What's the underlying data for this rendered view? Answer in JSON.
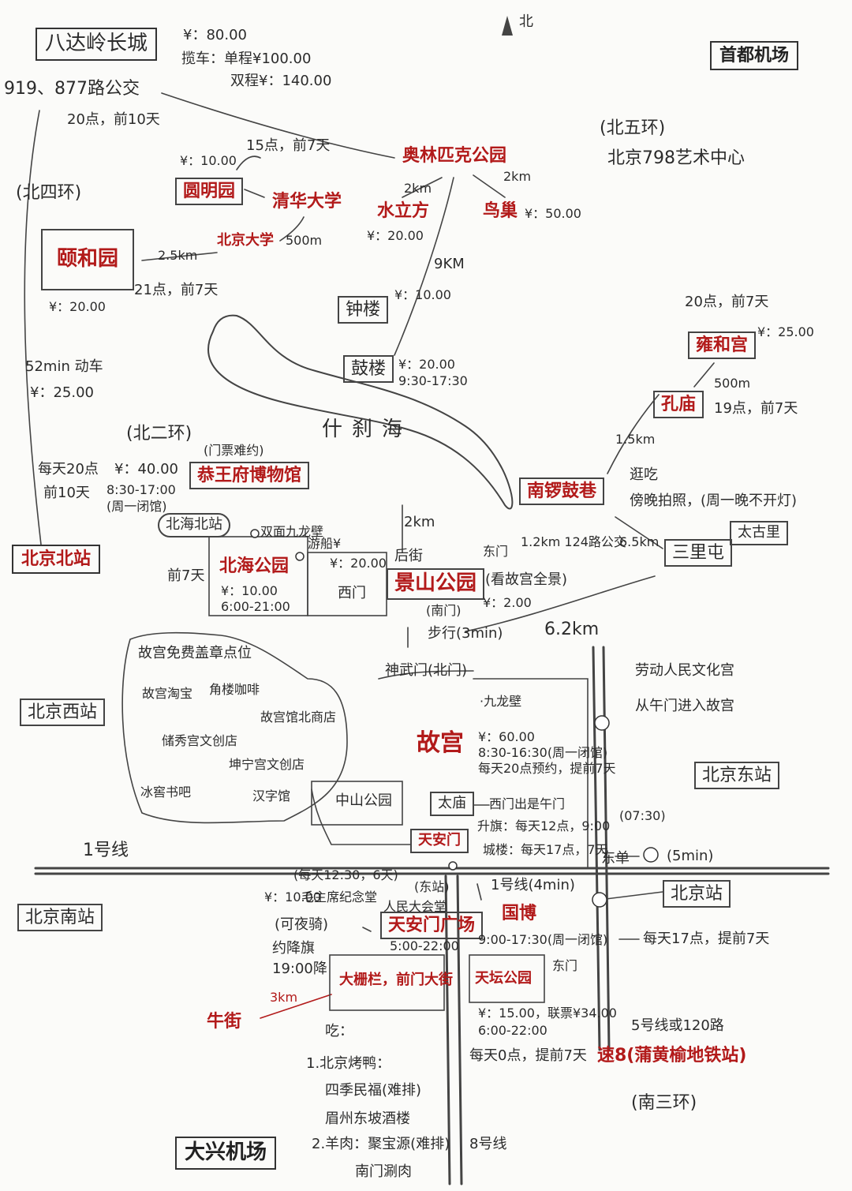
{
  "compass": "北",
  "places": {
    "badaling": "八达岭长城",
    "capital_airport": "首都机场",
    "olympic_park": "奥林匹克公园",
    "shuilifang": "水立方",
    "niaochao": "鸟巢",
    "yuanmingyuan": "圆明园",
    "tsinghua": "清华大学",
    "pku": "北京大学",
    "summer_palace": "颐和园",
    "zhonglou": "钟楼",
    "gulou": "鼓楼",
    "lama_temple": "雍和宫",
    "kongmiao": "孔庙",
    "shichahai": "什刹海",
    "prince_gong": "恭王府博物馆",
    "nanluoguxiang": "南锣鼓巷",
    "beijing_north": "北京北站",
    "beihai": "北海公园",
    "jingshan": "景山公园",
    "sanlitun": "三里屯",
    "taikooli": "太古里",
    "beijing_west": "北京西站",
    "gugong": "故宫",
    "zhongshan_park": "中山公园",
    "taimiao": "太庙",
    "beijing_east": "北京东站",
    "tiananmen": "天安门",
    "beijing_south": "北京南站",
    "beijing_station": "北京站",
    "mao_memorial": "毛主席纪念堂",
    "great_hall": "人民大会堂",
    "tiananmen_square": "天安门广场",
    "guobo": "国博",
    "dashilan": "大栅栏，前门大街",
    "niujie": "牛街",
    "temple_heaven": "天坛公园",
    "daxing_airport": "大兴机场",
    "dongdan": "东单",
    "shenwumen": "神武门(北门)",
    "jiulongbi": "·九龙壁",
    "art798": "北京798艺术中心"
  },
  "rings": {
    "north5": "(北五环)",
    "north4": "(北四环)",
    "north2": "(北二环)",
    "south3": "(南三环)"
  },
  "notes": {
    "badaling_ticket": "¥：80.00",
    "badaling_cable": "揽车：单程¥100.00",
    "badaling_cable2": "双程¥：140.00",
    "badaling_bus": "919、877路公交",
    "badaling_book": "20点，前10天",
    "yuanmingyuan_ticket": "¥：10.00",
    "yuanmingyuan_book": "15点，前7天",
    "olympic_2km_a": "2km",
    "olympic_2km_b": "2km",
    "shuilifang_ticket": "¥：20.00",
    "niaochao_ticket": "¥：50.00",
    "pku_500m": "500m",
    "summer_25km": "2.5km",
    "summer_ticket": "¥：20.00",
    "summer_book": "21点，前7天",
    "nine_km": "9KM",
    "zhonglou_ticket": "¥：10.00",
    "gulou_ticket": "¥：20.00",
    "gulou_hours": "9:30-17:30",
    "lama_book": "20点，前7天",
    "lama_ticket": "¥：25.00",
    "kongmiao_500m": "500m",
    "kongmiao_book": "19点，前7天",
    "north_train": "52min 动车",
    "north_train_price": "¥：25.00",
    "north_daily": "每天20点",
    "north_book": "前10天",
    "prince_note": "(门票难约)",
    "prince_ticket": "¥：40.00",
    "prince_hours": "8:30-17:00",
    "prince_closed": "(周一闭馆)",
    "nanluo_1_5km": "1.5km",
    "nanluo_eat": "逛吃",
    "nanluo_photo": "傍晚拍照，(周一晚不开灯)",
    "sanlitun_6_5km": "6.5km",
    "beihai_north_stn": "北海北站",
    "double_dragon": "双面九龙壁",
    "boat": "游船¥",
    "boat_price": "¥：20.00",
    "two_km": "2km",
    "back_street": "后街",
    "east_gate": "东门",
    "bus_124": "1.2km 124路公交",
    "overlook": "(看故宫全景)",
    "beihai_book": "前7天",
    "beihai_ticket": "¥：10.00",
    "beihai_hours": "6:00-21:00",
    "west_gate": "西门",
    "jingshan_south": "(南门)",
    "jingshan_ticket": "¥：2.00",
    "walk": "步行(3min)",
    "six_km": "6.2km",
    "stamp_title": "故宫免费盖章点位",
    "stamp1": "故宫淘宝",
    "stamp2": "角楼咖啡",
    "stamp3": "储秀宫文创店",
    "stamp4": "故宫馆北商店",
    "stamp5": "坤宁宫文创店",
    "stamp6": "冰窖书吧",
    "stamp7": "汉字馆",
    "labor_palace": "劳动人民文化宫",
    "wumen": "从午门进入故宫",
    "gugong_ticket": "¥：60.00",
    "gugong_hours": "8:30-16:30(周一闭馆)",
    "gugong_book": "每天20点预约，提前7天",
    "taimiao_exit": "西门出是午门",
    "flag_raise": "升旗：每天12点，9:00",
    "tower": "城楼：每天17点，7天",
    "book_0730": "(07:30)",
    "line1": "1号线",
    "dongdan_5min": "(5min)",
    "mao_ticket": "¥：10.00",
    "mao_book": "(每天12:30，6天)",
    "east_station": "(东站)",
    "line1_4min": "1号线(4min)",
    "night_ride": "(可夜骑)",
    "flag_lower": "约降旗",
    "flag_lower2": "19:00降",
    "square_hours": "5:00-22:00",
    "guobo_hours": "9:00-17:30(周一闭馆)",
    "guobo_book": "每天17点，提前7天",
    "three_km": "3km",
    "th_east_gate": "东门",
    "th_ticket": "¥：15.00，联票¥34.00",
    "th_hours": "6:00-22:00",
    "th_book": "每天0点，提前7天",
    "line5": "5号线或120路",
    "express8": "速8(蒲黄榆地铁站)",
    "eat": "吃：",
    "eat1": "1.北京烤鸭：",
    "eat1a": "四季民福(难排)",
    "eat1b": "眉州东坡酒楼",
    "eat2": "2.羊肉：聚宝源(难排)",
    "eat2a": "南门涮肉",
    "line8": "8号线"
  }
}
